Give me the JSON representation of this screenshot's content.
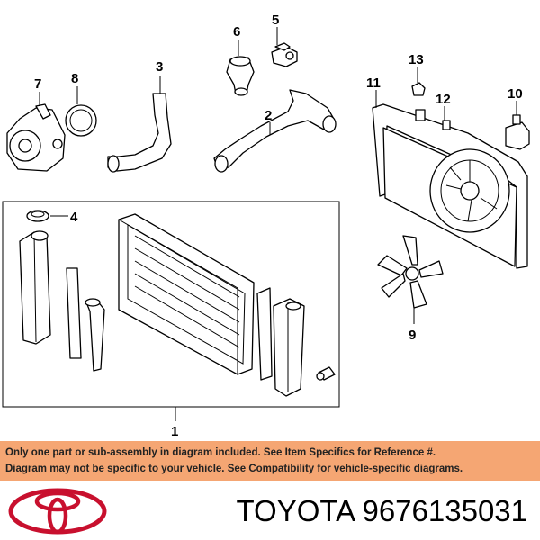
{
  "diagram": {
    "callouts": [
      "1",
      "2",
      "3",
      "4",
      "5",
      "6",
      "7",
      "8",
      "9",
      "10",
      "11",
      "12",
      "13"
    ]
  },
  "notice": {
    "line1": "Only one part or sub-assembly in diagram included. See Item Specifics for Reference #.",
    "line2": "Diagram may not be specific to your vehicle. See Compatibility for vehicle-specific diagrams.",
    "background": "#f5a673"
  },
  "brand": {
    "name": "TOYOTA",
    "part_number": "9676135031",
    "logo_color": "#c8102e"
  }
}
